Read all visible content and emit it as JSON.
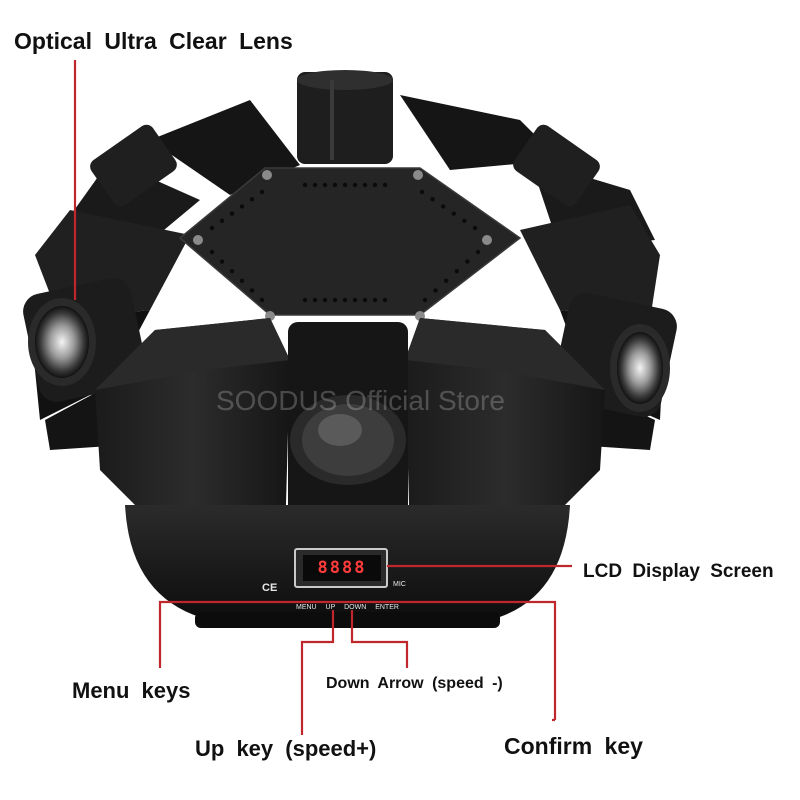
{
  "callouts": {
    "lens": "Optical  Ultra  Clear  Lens",
    "lcd": "LCD  Display  Screen",
    "menu": "Menu  keys",
    "down": "Down  Arrow (speed -)",
    "up": "Up  key (speed+)",
    "confirm": "Confirm  key"
  },
  "watermark": "SOODUS Official Store",
  "panel": {
    "lcd_readout": "8888",
    "keys": "MENU UP DOWN ENTER",
    "mic": "MIC",
    "ce": "CE"
  },
  "colors": {
    "callout_line": "#c0272d",
    "body": "#1a1a1a",
    "background": "#ffffff"
  }
}
